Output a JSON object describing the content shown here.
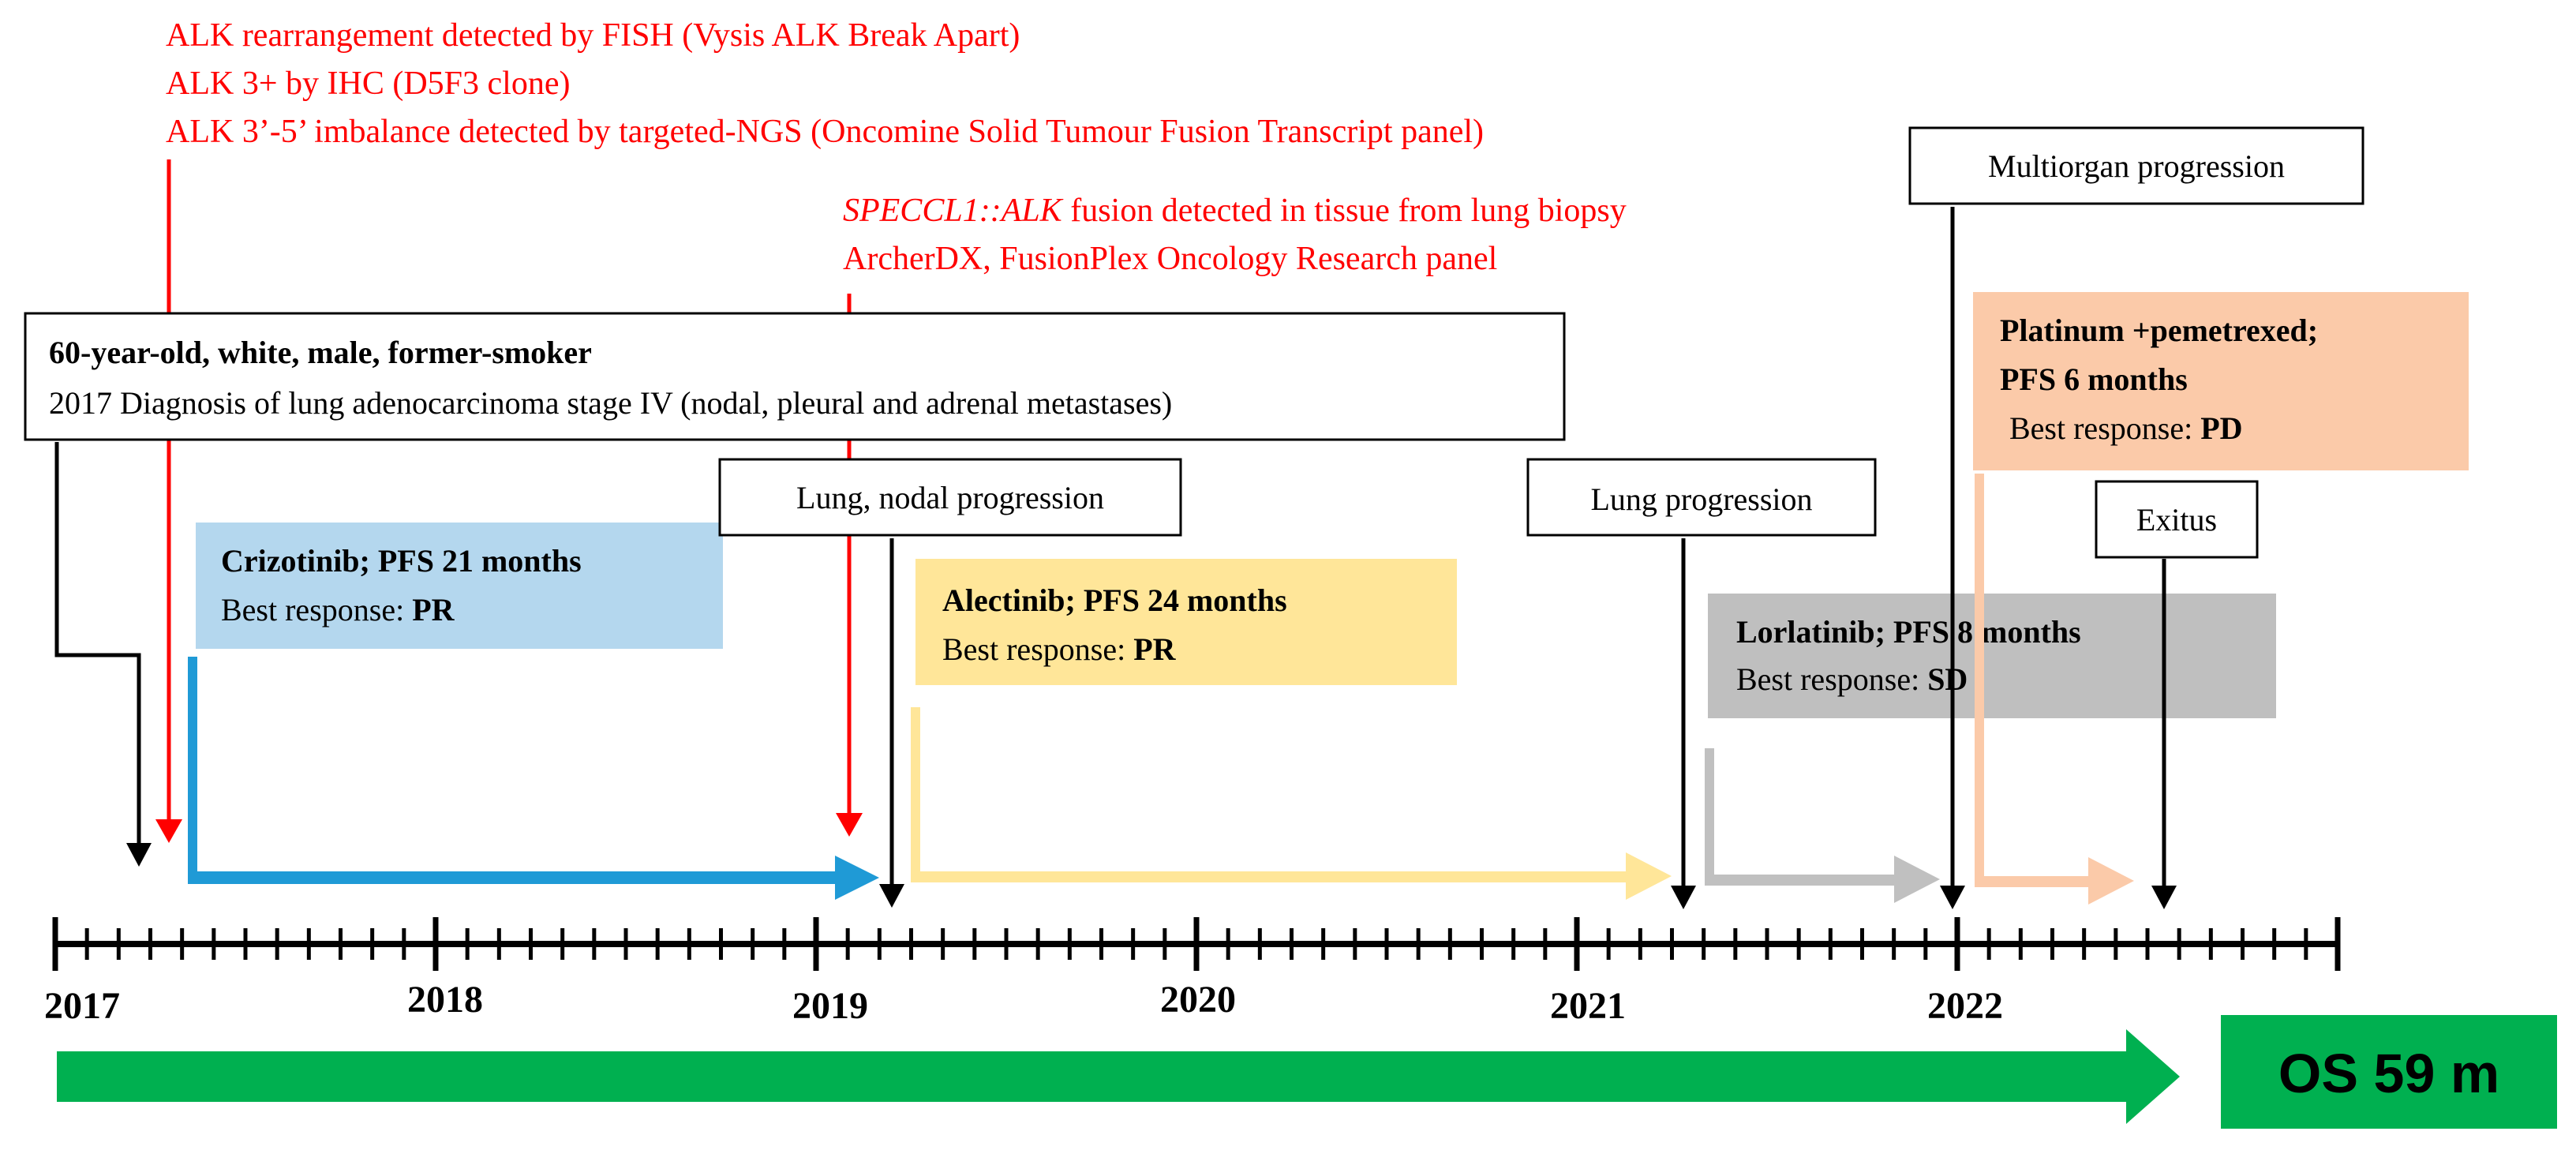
{
  "molecular_findings": {
    "first": {
      "line1": "ALK rearrangement detected by FISH (Vysis ALK Break Apart)",
      "line2": "ALK 3+ by IHC (D5F3 clone)",
      "line3": "ALK 3’-5’ imbalance detected by targeted-NGS (Oncomine Solid Tumour Fusion Transcript panel)"
    },
    "second": {
      "fusion_italic": "SPECCL1::ALK",
      "fusion_rest": " fusion detected in tissue from lung biopsy",
      "line2": "ArcherDX,  FusionPlex Oncology Research panel"
    }
  },
  "patient": {
    "line1": "60-year-old, white,  male, former-smoker",
    "line2": "2017 Diagnosis of lung adenocarcinoma stage IV  (nodal, pleural and adrenal metastases)"
  },
  "events": {
    "lung_nodal": "Lung, nodal progression",
    "lung": "Lung progression",
    "multiorgan": "Multiorgan progression",
    "exitus": "Exitus"
  },
  "treatments": {
    "crizotinib": {
      "title": "Crizotinib;  PFS 21 months",
      "response_label": "Best response: ",
      "response": "PR",
      "color": "#b4d7ee"
    },
    "alectinib": {
      "title": "Alectinib;  PFS 24 months",
      "response_label": "Best response: ",
      "response": "PR",
      "color": "#ffe699"
    },
    "lorlatinib": {
      "title": "Lorlatinib;  PFS 8 months",
      "response_label": "Best response: ",
      "response": "SD",
      "color": "#bfbfbf"
    },
    "platinum": {
      "title_line1": "Platinum +pemetrexed;",
      "title_line2": "PFS 6 months",
      "response_label": "Best response: ",
      "response": "PD",
      "color": "#fbcaa9"
    }
  },
  "arrow_colors": {
    "crizotinib": "#1f9ad6",
    "alectinib": "#ffe699",
    "lorlatinib": "#c0c0c0",
    "platinum": "#fbcaa9",
    "os": "#00b050",
    "molecular": "#ff0000"
  },
  "timeline": {
    "years": [
      "2017",
      "2018",
      "2019",
      "2020",
      "2021",
      "2022"
    ]
  },
  "overall_survival": "OS  59 m"
}
